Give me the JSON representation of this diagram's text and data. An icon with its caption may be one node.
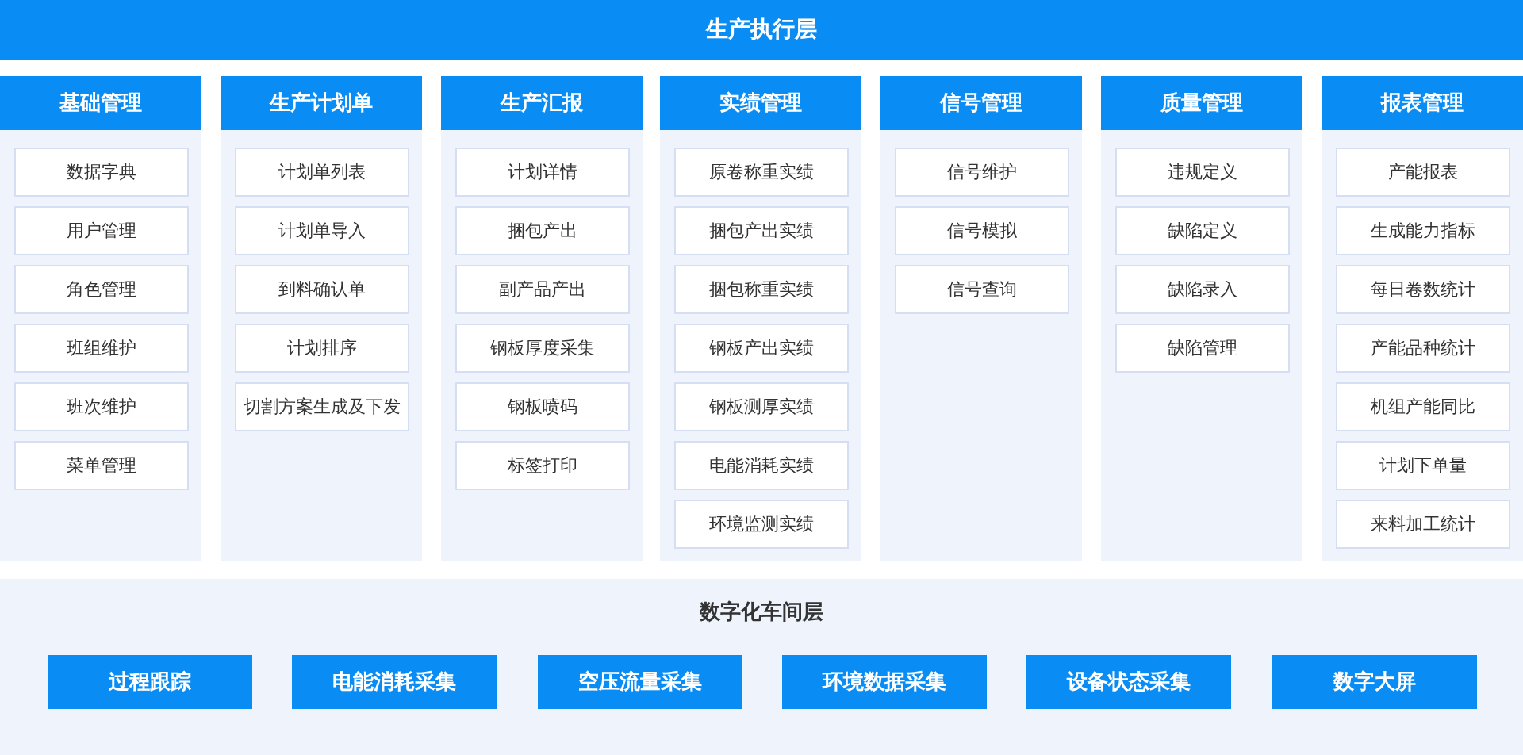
{
  "diagram": {
    "nodes": [
      {
        "text": [
          "生产执行层"
        ]
      },
      {
        "text": [
          "基础管理"
        ]
      },
      {
        "text": [
          "数据字典"
        ],
        "in": 1
      },
      {
        "text": [
          "用户管理"
        ],
        "in": 1
      },
      {
        "text": [
          "角色管理"
        ],
        "in": 1
      },
      {
        "text": [
          "班组维护"
        ],
        "in": 1
      },
      {
        "text": [
          "班次维护"
        ],
        "in": 1
      },
      {
        "text": [
          "菜单管理"
        ],
        "in": 1
      },
      {
        "text": [
          "生产计划单"
        ]
      },
      {
        "text": [
          "计划单列表"
        ],
        "in": 8
      },
      {
        "text": [
          "计划单导入"
        ],
        "in": 8
      },
      {
        "text": [
          "到料确认单"
        ],
        "in": 8
      },
      {
        "text": [
          "计划排序"
        ],
        "in": 8
      },
      {
        "text": [
          "切割方案生成及下发"
        ],
        "in": 8
      },
      {
        "text": [
          "生产汇报"
        ]
      },
      {
        "text": [
          "计划详情"
        ],
        "in": 14
      },
      {
        "text": [
          "捆包产出"
        ],
        "in": 14
      },
      {
        "text": [
          "副产品产出"
        ],
        "in": 14
      },
      {
        "text": [
          "钢板厚度采集"
        ],
        "in": 14
      },
      {
        "text": [
          "钢板喷码"
        ],
        "in": 14
      },
      {
        "text": [
          "标签打印"
        ],
        "in": 14
      },
      {
        "text": [
          "实绩管理"
        ]
      },
      {
        "text": [
          "原卷称重实绩"
        ],
        "in": 21
      },
      {
        "text": [
          "捆包产出实绩"
        ],
        "in": 21
      },
      {
        "text": [
          "捆包称重实绩"
        ],
        "in": 21
      },
      {
        "text": [
          "钢板产出实绩"
        ],
        "in": 21
      },
      {
        "text": [
          "钢板测厚实绩"
        ],
        "in": 21
      },
      {
        "text": [
          "电能消耗实绩"
        ],
        "in": 21
      },
      {
        "text": [
          "环境监测实绩"
        ],
        "in": 21
      },
      {
        "text": [
          "信号管理"
        ]
      },
      {
        "text": [
          "信号维护"
        ],
        "in": 29
      },
      {
        "text": [
          "信号模拟"
        ],
        "in": 29
      },
      {
        "text": [
          "信号查询"
        ],
        "in": 29
      },
      {
        "text": [
          "质量管理"
        ]
      },
      {
        "text": [
          "违规定义"
        ],
        "in": 33
      },
      {
        "text": [
          "缺陷定义"
        ],
        "in": 33
      },
      {
        "text": [
          "缺陷录入"
        ],
        "in": 33
      },
      {
        "text": [
          "缺陷管理"
        ],
        "in": 33
      },
      {
        "text": [
          "报表管理"
        ]
      },
      {
        "text": [
          "产能报表"
        ],
        "in": 38
      },
      {
        "text": [
          "生成能力指标"
        ],
        "in": 38
      },
      {
        "text": [
          "每日卷数统计"
        ],
        "in": 38
      },
      {
        "text": [
          "产能品种统计"
        ],
        "in": 38
      },
      {
        "text": [
          "机组产能同比"
        ],
        "in": 38
      },
      {
        "text": [
          "计划下单量"
        ],
        "in": 38
      },
      {
        "text": [
          "来料加工统计"
        ],
        "in": 38
      },
      {
        "text": [
          "数字化车间层"
        ]
      },
      {
        "text": [
          "过程跟踪"
        ],
        "in": 46
      },
      {
        "text": [
          "电能消耗采集"
        ],
        "in": 46
      },
      {
        "text": [
          "空压流量采集"
        ],
        "in": 46
      },
      {
        "text": [
          "环境数据采集"
        ],
        "in": 46
      },
      {
        "text": [
          "设备状态采集"
        ],
        "in": 46
      },
      {
        "text": [
          "数字大屏"
        ],
        "in": 46
      }
    ],
    "edges": []
  }
}
